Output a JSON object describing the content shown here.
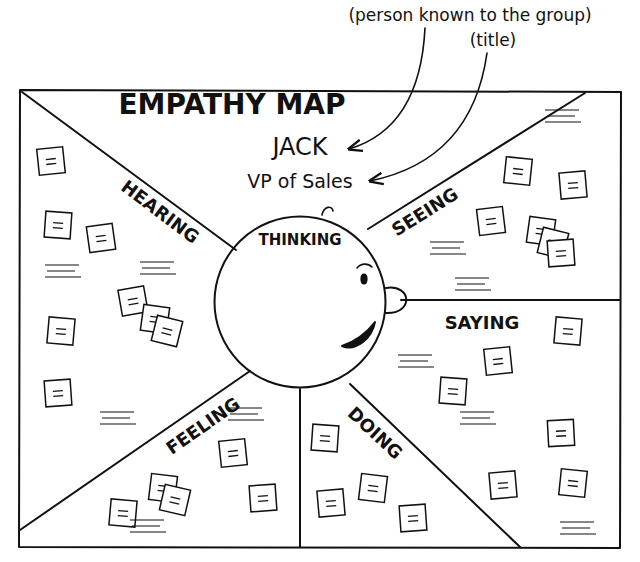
{
  "diagram": {
    "title": "EMPATHY MAP",
    "nodes": [
      {
        "text": [
          "THINKING"
        ]
      }
    ],
    "labels": [
      "(person known to the group)",
      "(title)",
      "JACK",
      "VP of Sales",
      "HEARING",
      "SEEING",
      "SAYING",
      "FEELING",
      "DOING"
    ]
  }
}
